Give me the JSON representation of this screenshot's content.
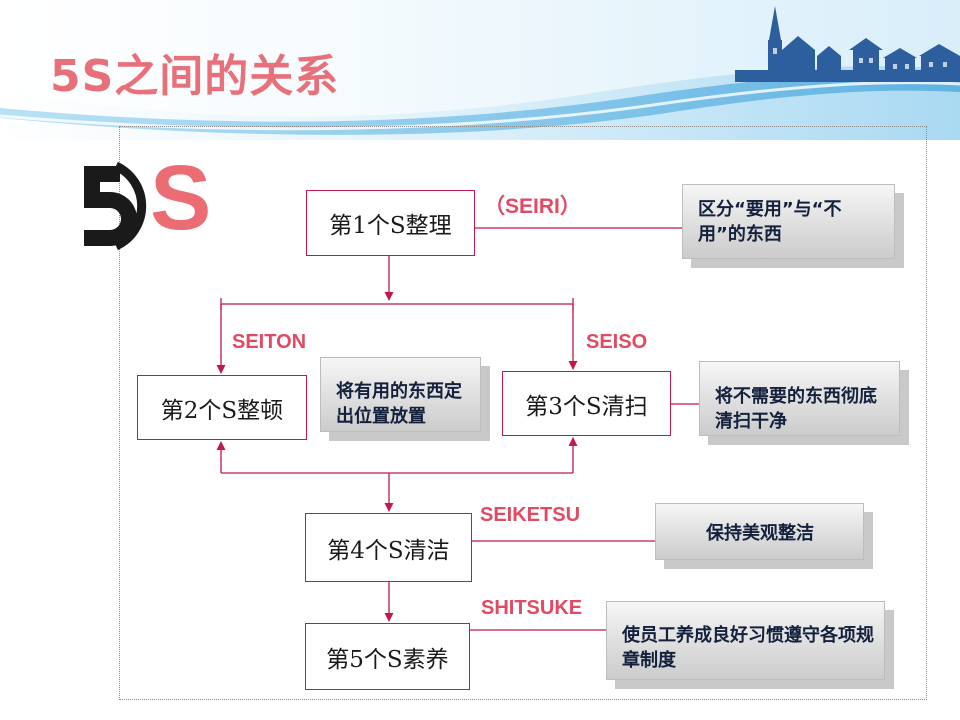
{
  "slide": {
    "title": "5S之间的关系"
  },
  "logo": {
    "digit": "5",
    "letter": "S"
  },
  "steps": [
    {
      "label": "第1个S整理"
    },
    {
      "label": "第2个S整顿"
    },
    {
      "label": "第3个S清扫"
    },
    {
      "label": "第4个S清洁"
    },
    {
      "label": "第5个S素养"
    }
  ],
  "codes": {
    "seiri": "（SEIRI）",
    "seiton": "SEITON",
    "seiso": "SEISO",
    "seiketsu": "SEIKETSU",
    "shitsuke": "SHITSUKE"
  },
  "descriptions": {
    "seiri": "区分“要用”与“不用”的东西",
    "seiton": "将有用的东西定出位置放置",
    "seiso": "将不需要的东西彻底清扫干净",
    "seiketsu": "保持美观整洁",
    "shitsuke": "使员工养成良好习惯遵守各项规章制度"
  },
  "colors": {
    "title": "#e8707a",
    "accent": "#c2184a",
    "code": "#e04a62",
    "desc_text": "#14213d",
    "header_blue": "#7fc1e6"
  }
}
